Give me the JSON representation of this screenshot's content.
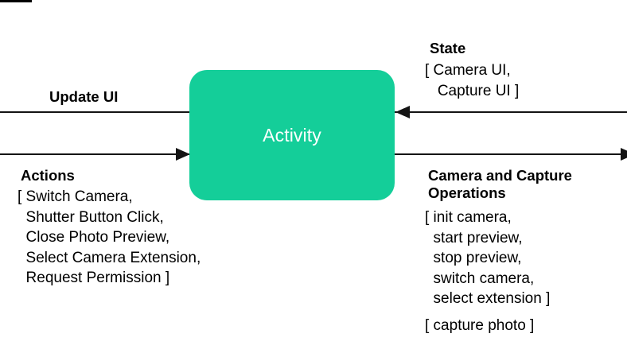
{
  "diagram": {
    "type": "data-flow",
    "background_color": "#ffffff",
    "node": {
      "label": "Activity",
      "fill_color": "#14ce99",
      "text_color": "#ffffff"
    },
    "edges": {
      "update_ui": {
        "label": "Update UI",
        "direction": "out-left"
      },
      "actions": {
        "heading": "Actions",
        "items": "[ Switch Camera,\n  Shutter Button Click,\n  Close Photo Preview,\n  Select Camera Extension,\n  Request Permission ]",
        "direction": "in-from-left"
      },
      "state": {
        "heading": "State",
        "items": "[ Camera UI,\n   Capture UI ]",
        "direction": "in-from-right"
      },
      "operations": {
        "heading": "Camera and Capture\nOperations",
        "items": "[ init camera,\n  start preview,\n  stop preview,\n  switch camera,\n  select extension ]",
        "items_secondary": "[ capture photo ]",
        "direction": "out-right"
      }
    },
    "line_color": "#141414"
  }
}
